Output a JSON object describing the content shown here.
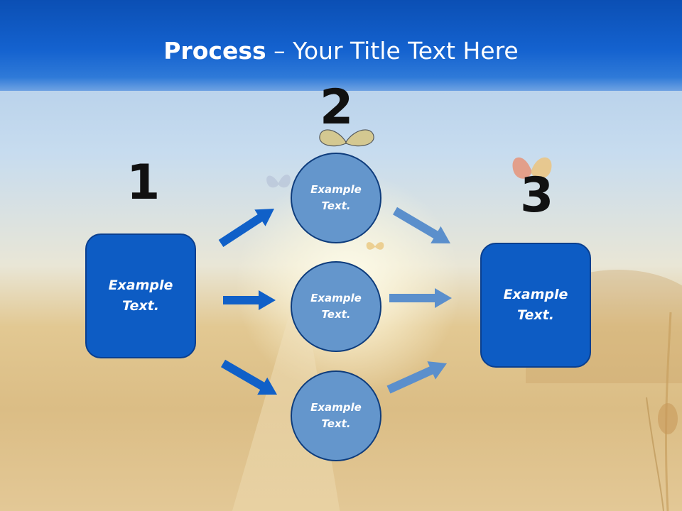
{
  "title": {
    "bold": "Process",
    "rest": " – Your Title Text Here"
  },
  "steps": [
    {
      "number": "1",
      "box": "Example\nText."
    },
    {
      "number": "2",
      "circles": [
        "Example\nText.",
        "Example\nText.",
        "Example\nText."
      ]
    },
    {
      "number": "3",
      "box": "Example\nText."
    }
  ],
  "colors": {
    "title_band": "#1462cf",
    "box_fill": "#0d5cc4",
    "circle_fill": "#6496cc",
    "arrow_dark": "#1060c8",
    "arrow_light": "#5b8fcc"
  },
  "background": "sky-and-wheat-field-with-butterflies"
}
